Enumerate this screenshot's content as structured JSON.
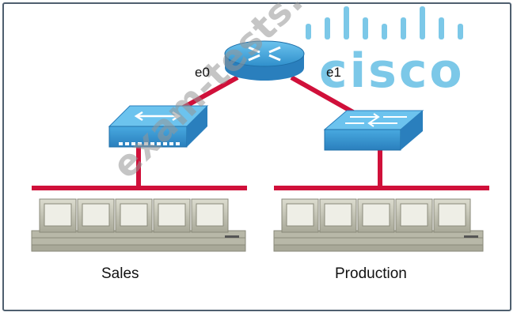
{
  "logo": {
    "text": "cisco",
    "color": "#7cc8e8"
  },
  "watermark": {
    "text": "exam-tests.com"
  },
  "router": {
    "interfaces": [
      "e0",
      "e1"
    ]
  },
  "segments": [
    {
      "label": "Sales"
    },
    {
      "label": "Production"
    }
  ],
  "colors": {
    "link": "#d0103a",
    "device": "#3a9fd6",
    "pc": "#c8c8b8"
  }
}
